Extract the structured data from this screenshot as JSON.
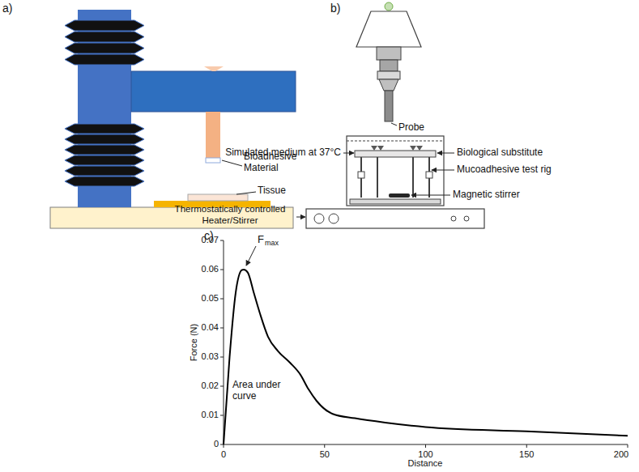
{
  "diagram": {
    "labels": [
      "a)",
      "Bioadhesive Material",
      "Tissue",
      "b)",
      "Probe",
      "Simulated medium at 37°C",
      "Biological substitute",
      "Mucoadhesive test rig",
      "Magnetic stirrer",
      "Thermostatically controlled Heater/Stirrer",
      "c)",
      "F",
      "max",
      "0.07",
      "0.06",
      "0.05",
      "0.04",
      "0.03",
      "0.02",
      "0.01",
      "0",
      "Force (N)",
      "0",
      "50",
      "100",
      "150",
      "200",
      "Distance",
      "Area under curve"
    ]
  }
}
